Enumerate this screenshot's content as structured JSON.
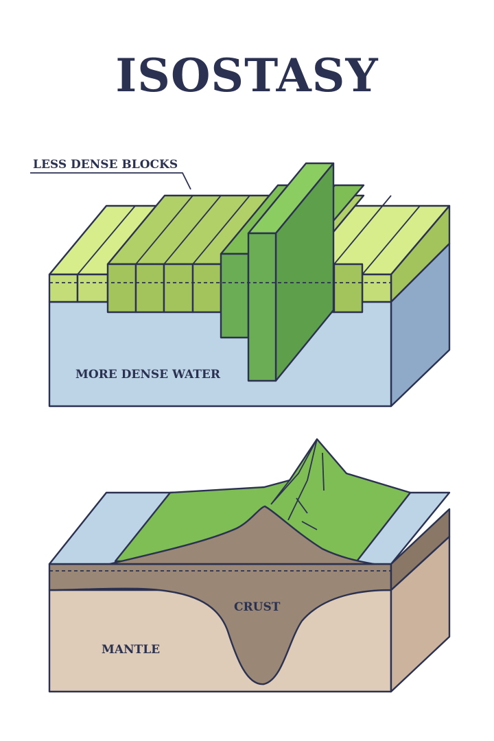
{
  "title": "ISOSTASY",
  "top_diagram": {
    "blocks_label": "LESS DENSE BLOCKS",
    "water_label": "MORE DENSE WATER"
  },
  "bottom_diagram": {
    "crust_label": "CRUST",
    "mantle_label": "MANTLE"
  },
  "colors": {
    "ink": "#2b3150",
    "water_front": "#bdd4e7",
    "water_side": "#8eaac8",
    "block_light": "#d7ec8a",
    "block_mid": "#a3c45d",
    "block_dark": "#6aad55",
    "mantle": "#decbb8",
    "crust": "#9a8775",
    "sea": "#bdd4e7",
    "mountain": "#7fbd55"
  }
}
